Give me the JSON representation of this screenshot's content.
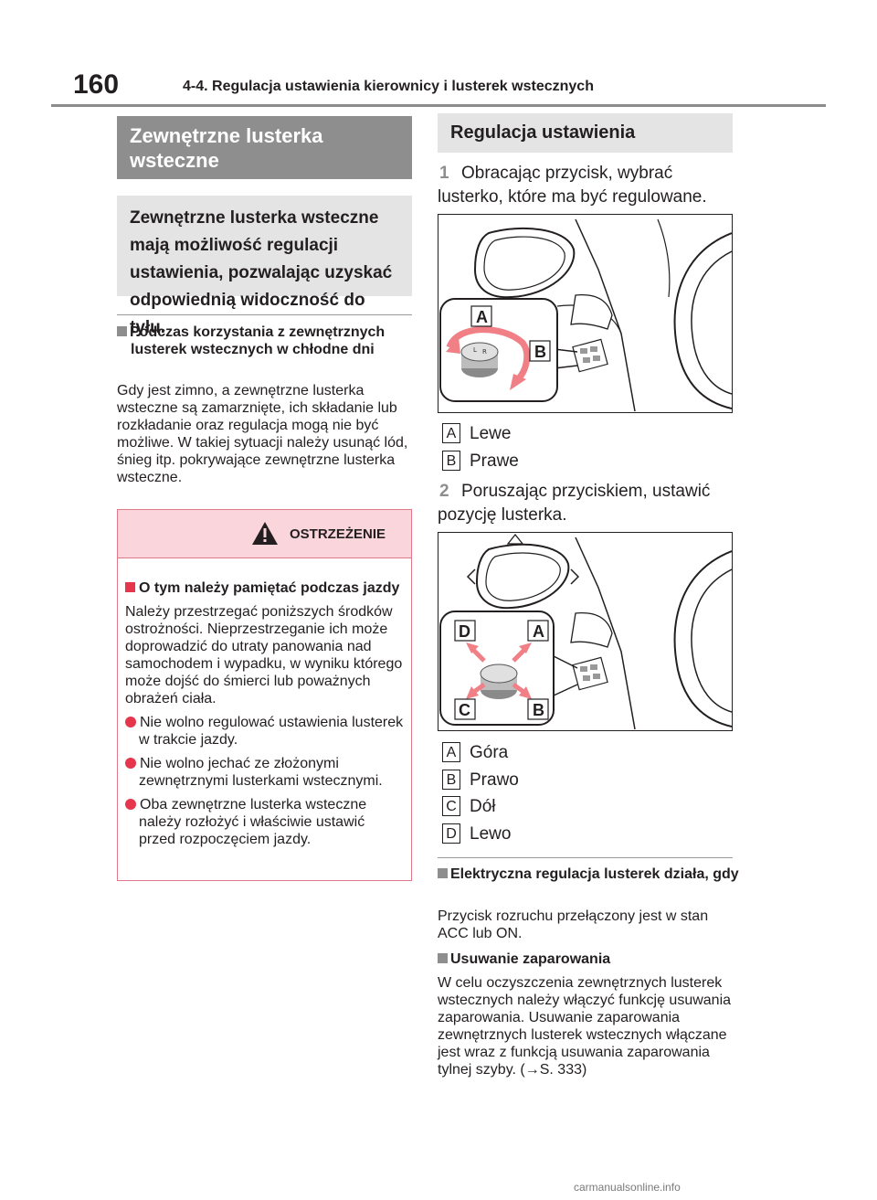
{
  "header": {
    "page_number": "160",
    "chapter_title": "4-4. Regulacja ustawienia kierownicy i lusterek wstecznych"
  },
  "left": {
    "section_title": "Zewnętrzne lusterka wsteczne",
    "intro": "Zewnętrzne lusterka wsteczne mają możliwość regulacji ustawienia, pozwalając uzyskać odpowiednią widoczność do tyłu.",
    "cold_heading": "Podczas korzystania z zewnętrznych lusterek wstecznych w chłodne dni",
    "cold_text": "Gdy jest zimno, a zewnętrzne lusterka wsteczne są zamarznięte, ich składanie lub rozkładanie oraz regulacja mogą nie być możliwe. W takiej sytuacji należy usunąć lód, śnieg itp. pokrywające zewnętrzne lusterka wsteczne.",
    "warning": {
      "title": "OSTRZEŻENIE",
      "heading": "O tym należy pamiętać podczas jazdy",
      "text": "Należy przestrzegać poniższych środków ostrożności. Nieprzestrzeganie ich może doprowadzić do utraty panowania nad samochodem i wypadku, w wyniku którego może dojść do śmierci lub poważnych obrażeń ciała.",
      "bullets": [
        "Nie wolno regulować ustawienia lusterek w trakcie jazdy.",
        "Nie wolno jechać ze złożonymi zewnętrznymi lusterkami wstecznymi.",
        "Oba zewnętrzne lusterka wsteczne należy rozłożyć i właściwie ustawić przed rozpoczęciem jazdy."
      ]
    }
  },
  "right": {
    "section_title": "Regulacja ustawienia",
    "step1_num": "1",
    "step1": "Obracając przycisk, wybrać lusterko, które ma być regulowane.",
    "fig1_labels": [
      "A",
      "B"
    ],
    "legend1": [
      {
        "key": "A",
        "text": "Lewe"
      },
      {
        "key": "B",
        "text": "Prawe"
      }
    ],
    "step2_num": "2",
    "step2": "Poruszając przyciskiem, ustawić pozycję lusterka.",
    "fig2_labels": [
      "D",
      "A",
      "C",
      "B"
    ],
    "legend2": [
      {
        "key": "A",
        "text": "Góra"
      },
      {
        "key": "B",
        "text": "Prawo"
      },
      {
        "key": "C",
        "text": "Dół"
      },
      {
        "key": "D",
        "text": "Lewo"
      }
    ],
    "electric_heading": "Elektryczna regulacja lusterek działa, gdy",
    "electric_text": "Przycisk rozruchu przełączony jest w stan ACC lub ON.",
    "defog_heading": "Usuwanie zaparowania",
    "defog_text": "W celu oczyszczenia zewnętrznych lusterek wstecznych należy włączyć funkcję usuwania zaparowania. Usuwanie zaparowania zewnętrznych lusterek wstecznych włączane jest wraz z funkcją usuwania zaparowania tylnej szyby. (→S. 333)"
  },
  "footer": "carmanualsonline.info",
  "colors": {
    "accent_red": "#e5364d",
    "gray": "#8e8e8e",
    "light_gray": "#e4e4e4",
    "pink": "#fad6dc"
  }
}
